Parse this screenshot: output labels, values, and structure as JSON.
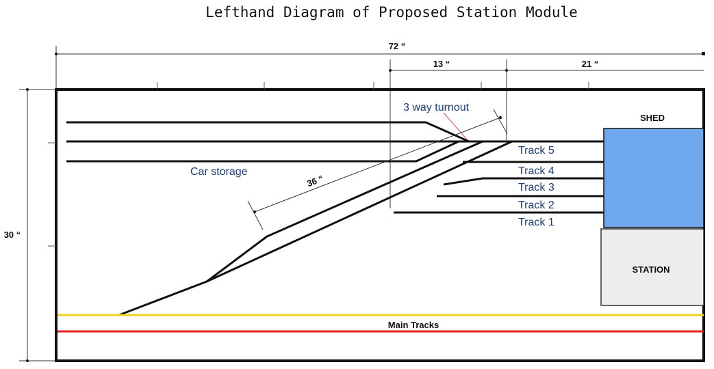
{
  "title": "Lefthand Diagram of Proposed Station Module",
  "dimensions": {
    "overall_width": "72 “",
    "segment_a": "13 “",
    "segment_b": "21 “",
    "height": "30 “",
    "diagonal": "36 “"
  },
  "labels": {
    "turnout": "3 way turnout",
    "car_storage": "Car storage",
    "tracks": [
      "Track 5",
      "Track 4",
      "Track 3",
      "Track 2",
      "Track 1"
    ],
    "shed": "SHED",
    "station": "STATION",
    "main_tracks": "Main Tracks"
  },
  "colors": {
    "shed": "#6fa8ec",
    "station": "#eeeeee",
    "main_track_yellow": "#f2d21b",
    "main_track_red": "#e0201b",
    "label_blue": "#1a3a7a"
  }
}
